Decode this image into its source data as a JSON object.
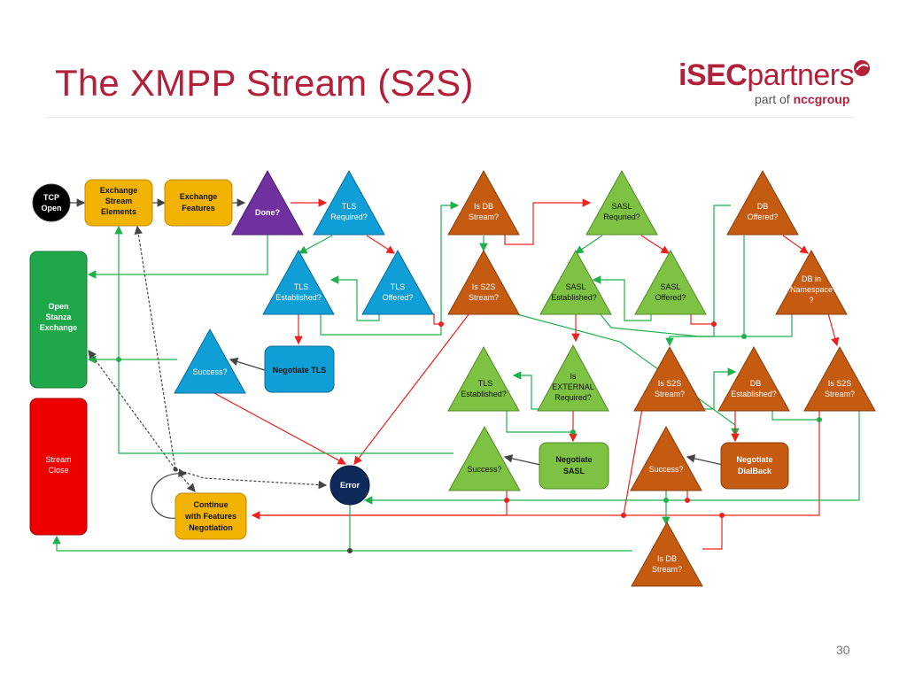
{
  "slide": {
    "title": "The XMPP Stream (S2S)",
    "page_number": "30"
  },
  "logo": {
    "main_bold": "iSEC",
    "main_light": "partners",
    "sub_prefix": "part of ",
    "sub_brand": "nccgroup"
  },
  "colors": {
    "title": "#b3203a",
    "black_node": "#000000",
    "yellow_node": "#f2b200",
    "purple_node": "#7030a0",
    "blue_node": "#0f9ed5",
    "brown_node": "#c55a11",
    "light_green_node": "#7dc242",
    "green_node": "#1ea84a",
    "red_node": "#ee0000",
    "navy_node": "#0d2a5a",
    "edge_green": "#1eb04a",
    "edge_red": "#ee2020",
    "edge_gray": "#444444"
  },
  "nodes": {
    "tcp_open": "TCP Open",
    "exchange_stream_elements": "Exchange Stream Elements",
    "exchange_features": "Exchange Features",
    "done": "Done?",
    "tls_required": "TLS Required?",
    "tls_established": "TLS Established?",
    "tls_offered": "TLS Offered?",
    "negotiate_tls": "Negotiate TLS",
    "success_tls": "Success?",
    "open_stanza_exchange": "Open Stanza Exchange",
    "stream_close": "Stream Close",
    "continue_features": "Continue with Features Negotiation",
    "error": "Error",
    "is_db_stream_top": "Is DB Stream?",
    "is_s2s_stream_left": "Is S2S Stream?",
    "sasl_required": "SASL Requried?",
    "sasl_established": "SASL Established?",
    "sasl_offered": "SASL Offered?",
    "tls_established_sasl": "TLS Established?",
    "is_external_required": "Is EXTERNAL Required?",
    "negotiate_sasl": "Negotiate SASL",
    "success_sasl": "Success?",
    "db_offered": "DB Offered?",
    "db_in_namespace": "DB in Namespace ?",
    "is_s2s_stream_mid": "Is S2S Stream?",
    "db_established": "DB Established?",
    "is_s2s_stream_right": "Is S2S Stream?",
    "success_db": "Success?",
    "negotiate_dialback": "Negotiate DialBack",
    "is_db_stream_bottom": "Is DB Stream?"
  }
}
